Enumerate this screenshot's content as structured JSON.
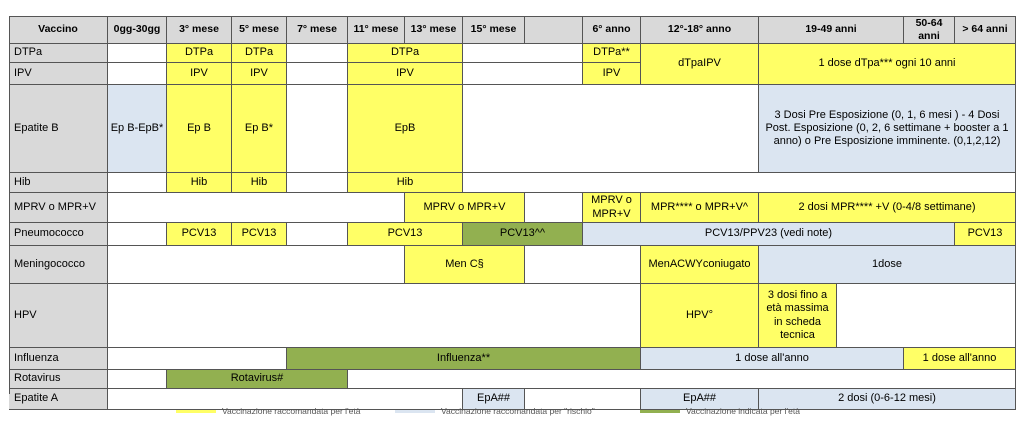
{
  "colors": {
    "recommended_age": "#ffff66",
    "recommended_risk": "#dbe5f1",
    "indicated_age": "#92b050",
    "header": "#d9d9d9"
  },
  "header": {
    "vaccino": "Vaccino",
    "c0": "0gg-30gg",
    "c1": "3° mese",
    "c2": "5° mese",
    "c3": "7° mese",
    "c4": "11° mese",
    "c5": "13° mese",
    "c6": "15° mese",
    "c7": "",
    "c8": "6° anno",
    "c9": "12°-18° anno",
    "c10": "19-49 anni",
    "c11": "50-64 anni",
    "c12": "> 64 anni"
  },
  "rows": {
    "dtpa": {
      "label": "DTPa",
      "c1": "DTPa",
      "c2": "DTPa",
      "c45": "DTPa",
      "c8": "DTPa**"
    },
    "ipv": {
      "label": "IPV",
      "c1": "IPV",
      "c2": "IPV",
      "c45": "IPV",
      "c8": "IPV"
    },
    "dtpa_ipv": {
      "c9": "dTpaIPV",
      "c10_12": "1 dose dTpa*** ogni 10 anni"
    },
    "epb": {
      "label": "Epatite B",
      "c0": "Ep B-EpB*",
      "c1": "Ep B",
      "c2": "Ep B*",
      "c45": "EpB",
      "c10_12": "3 Dosi Pre Esposizione (0, 1, 6 mesi ) - 4 Dosi Post. Esposizione (0, 2, 6 settimane + booster a 1 anno) o Pre Esposizione imminente. (0,1,2,12)"
    },
    "hib": {
      "label": "Hib",
      "c1": "Hib",
      "c2": "Hib",
      "c45": "Hib"
    },
    "mprv": {
      "label": "MPRV o MPR+V",
      "c56": "MPRV o MPR+V",
      "c8": "MPRV o MPR+V",
      "c9": "MPR**** o MPR+V^",
      "c10_12": "2 dosi MPR**** +V (0-4/8 settimane)"
    },
    "pneumo": {
      "label": "Pneumococco",
      "c1": "PCV13",
      "c2": "PCV13",
      "c45": "PCV13",
      "c6": "PCV13^^",
      "c8_11": "PCV13/PPV23 (vedi note)",
      "c12": "PCV13"
    },
    "meningo": {
      "label": "Meningococco",
      "c5": "Men C§",
      "c9": "MenACWYconiugato",
      "c10_12": "1dose"
    },
    "hpv": {
      "label": "HPV",
      "c9": "HPV°",
      "c10": "3 dosi fino a età massima in scheda tecnica"
    },
    "influenza": {
      "label": "Influenza",
      "c3_8": "Influenza**",
      "c9_11": "1 dose all'anno",
      "c11_12": "1 dose all'anno"
    },
    "rota": {
      "label": "Rotavirus",
      "c1_2": "Rotavirus#"
    },
    "epa": {
      "label": "Epatite A",
      "c6": "EpA##",
      "c9": "EpA##",
      "c10_12": "2 dosi (0-6-12 mesi)"
    }
  },
  "legend": {
    "yellow": "Vaccinazione raccomandata per l'età",
    "blue": "Vaccinazione raccomandata per \"rischio\"",
    "green": "Vaccinazione indicata per l'età"
  }
}
